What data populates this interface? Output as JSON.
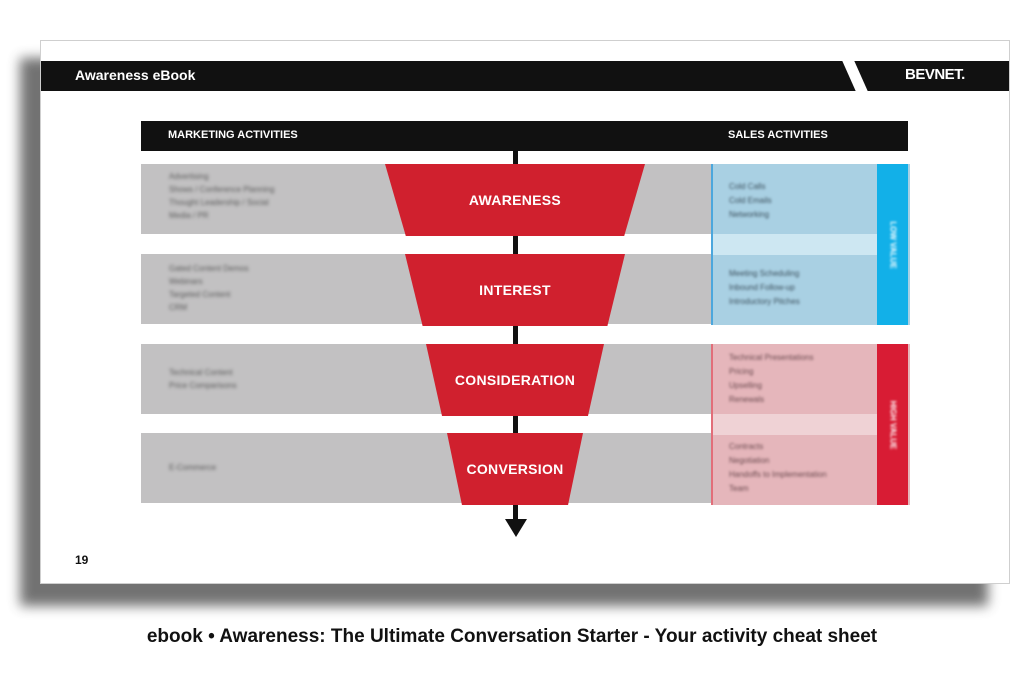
{
  "header": {
    "title": "Awareness eBook",
    "logo": "BEVNET."
  },
  "columns": {
    "left": "MARKETING ACTIVITIES",
    "right": "SALES ACTIVITIES"
  },
  "marketing_rows": [
    [
      "Advertising",
      "Shows / Conference Planning",
      "Thought Leadership / Social",
      "Media / PR"
    ],
    [
      "Gated Content Demos",
      "Webinars",
      "Targeted Content",
      "CRM"
    ],
    [
      "Technical Content",
      "Price Comparisons"
    ],
    [
      "E-Commerce"
    ]
  ],
  "funnel": [
    "AWARENESS",
    "INTEREST",
    "CONSIDERATION",
    "CONVERSION"
  ],
  "sales_rows": [
    [
      "Cold Calls",
      "Cold Emails",
      "Networking"
    ],
    [
      "Meeting Scheduling",
      "Inbound Follow-up",
      "Introductory Pitches"
    ],
    [
      "Technical Presentations",
      "Pricing",
      "Upselling",
      "Renewals"
    ],
    [
      "Contracts",
      "Negotiation",
      "Handoffs to Implementation",
      "Team"
    ]
  ],
  "value_bars": {
    "low": "LOW VALUE",
    "high": "HIGH VALUE"
  },
  "page_number": "19",
  "caption": "ebook • Awareness: The Ultimate Conversation Starter - Your activity cheat sheet",
  "colors": {
    "header": "#111111",
    "funnel_red": "#d0202e",
    "low_value_blue": "#12b0e8",
    "high_value_red": "#d81c34",
    "row_gray": "#c2c1c2"
  }
}
